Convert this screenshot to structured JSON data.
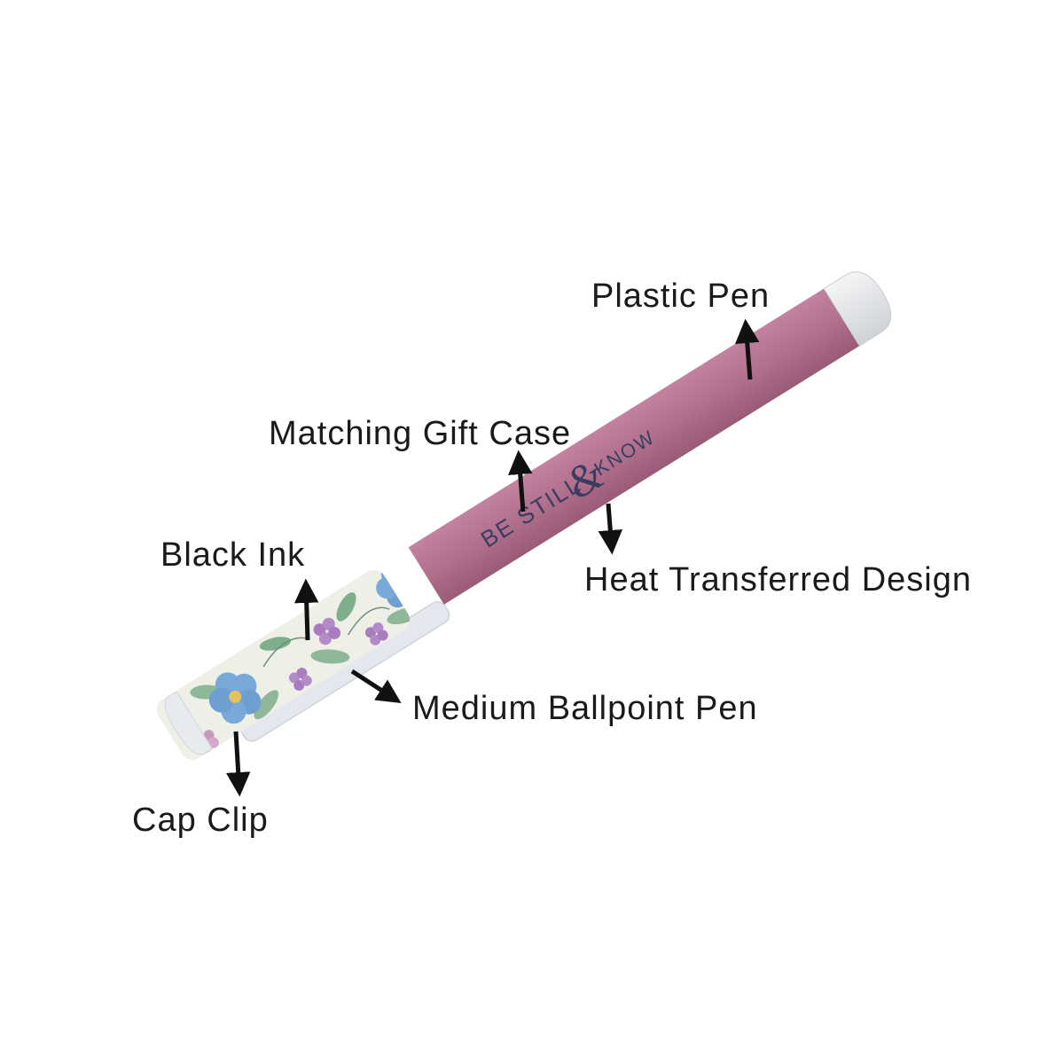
{
  "labels": {
    "plastic_pen": "Plastic Pen",
    "matching_gift_case": "Matching Gift Case",
    "black_ink": "Black Ink",
    "heat_transferred_design": "Heat Transferred Design",
    "medium_ballpoint_pen": "Medium Ballpoint Pen",
    "cap_clip": "Cap Clip"
  },
  "pen": {
    "imprint_left": "BE STILL",
    "imprint_amp": "&",
    "imprint_right": "KNOW"
  },
  "colors": {
    "barrel": "#b1708d",
    "barrel_shade": "#9a5b78",
    "cap_base": "#eef0e8",
    "clip": "#e4e8ee",
    "end_cap": "#e6e8ea",
    "flower_blue": "#78a9d8",
    "flower_purple": "#a97cc0",
    "leaf_green": "#8fb79a",
    "arrow": "#111111",
    "text": "#1a1a1a"
  }
}
